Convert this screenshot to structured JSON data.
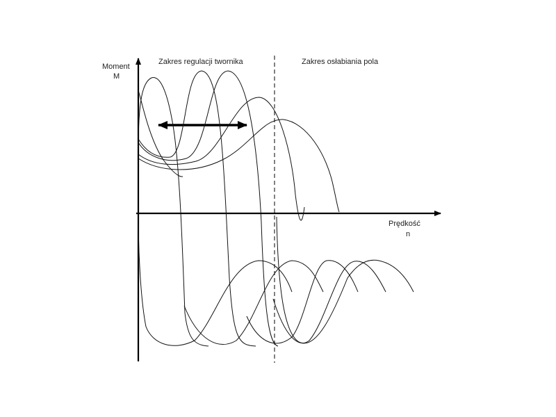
{
  "axes": {
    "y_label_line1": "Moment",
    "y_label_line2": "M",
    "x_label_line1": "Prędkość",
    "x_label_line2": "n"
  },
  "regions": {
    "armature_label": "Zakres regulacji twornika",
    "field_label": "Zakres osłabiania pola"
  },
  "colors": {
    "line": "#111111",
    "background": "#ffffff"
  }
}
